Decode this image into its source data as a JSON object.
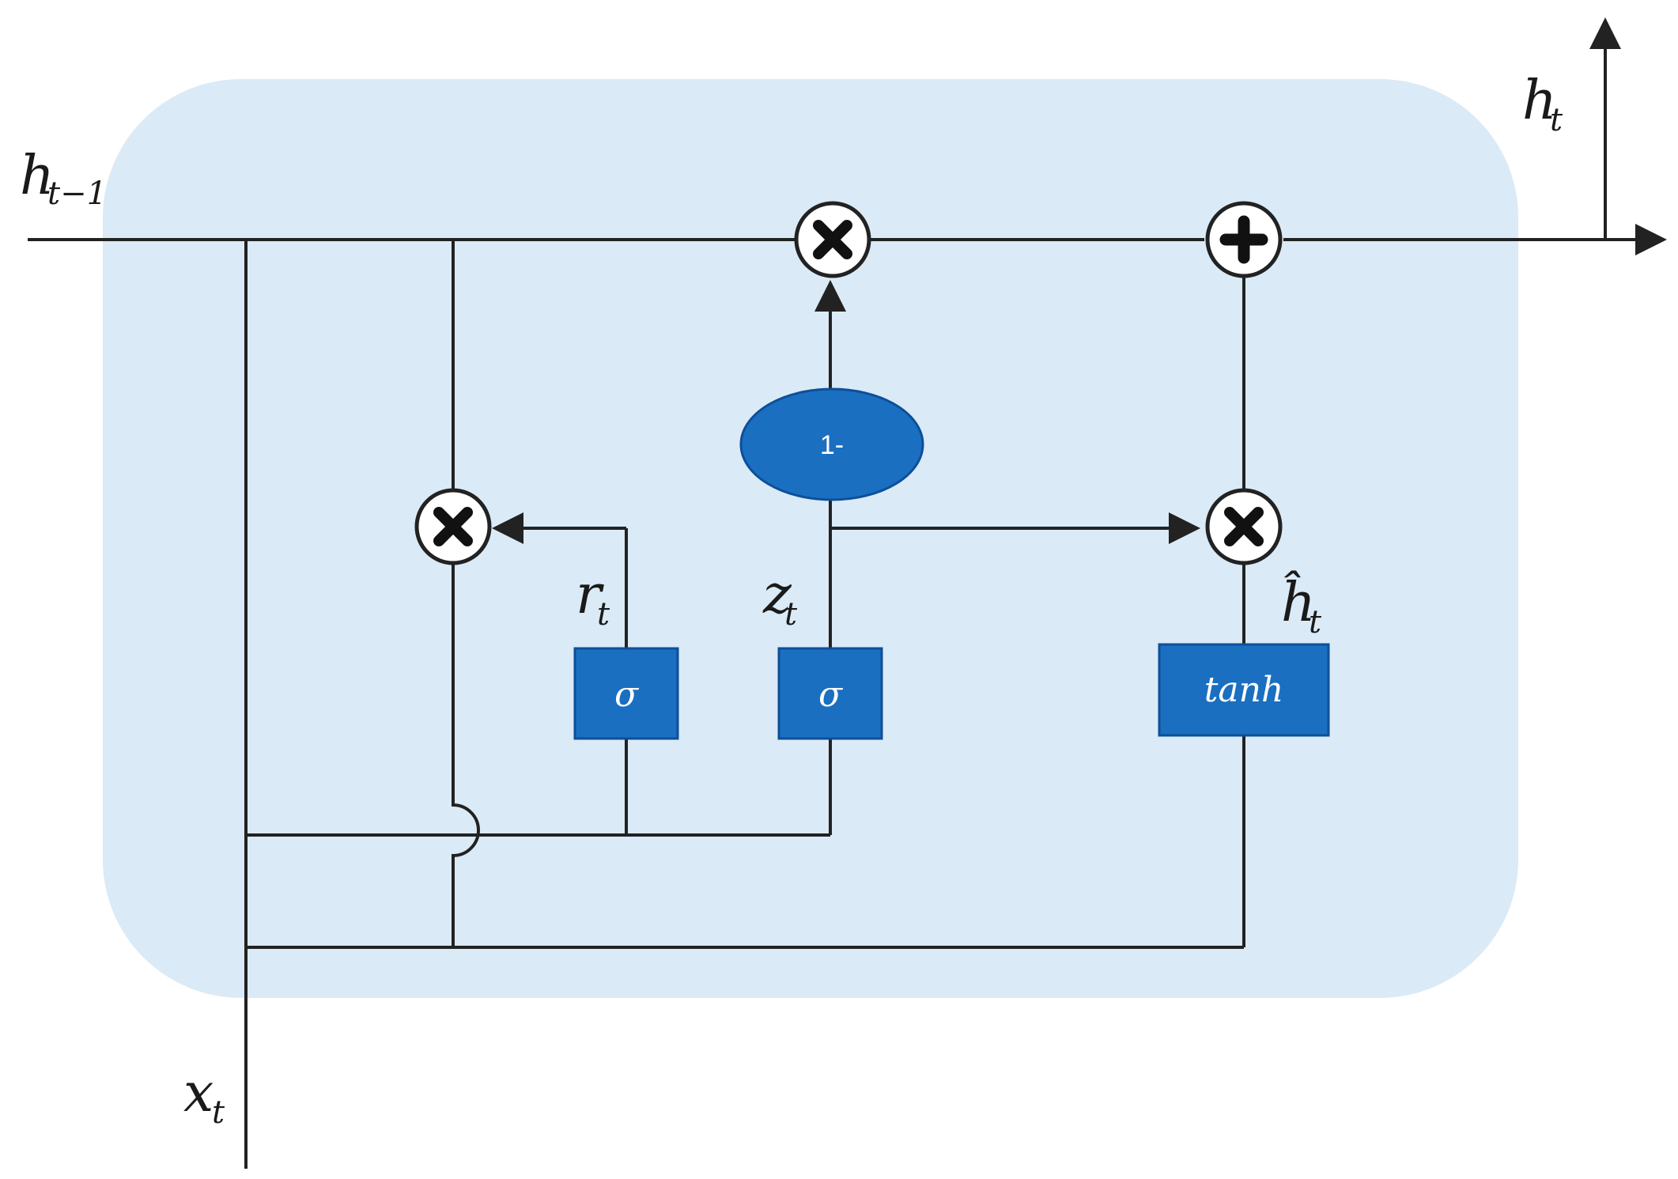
{
  "colors": {
    "cell_background": "#daeaf6",
    "gate_fill": "#1a6fc1",
    "gate_border": "#0d4f99",
    "line": "#222222"
  },
  "labels": {
    "h_prev_main": "h",
    "h_prev_sub": "t−1",
    "h_out_main": "h",
    "h_out_sub": "t",
    "x_main": "x",
    "x_sub": "t",
    "r_main": "r",
    "r_sub": "t",
    "z_main": "z",
    "z_sub": "t",
    "h_tilde_main": "ĥ",
    "h_tilde_sub": "t"
  },
  "gates": {
    "reset_gate": "σ",
    "update_gate": "σ",
    "candidate": "tanh",
    "one_minus": "1-"
  },
  "operators": {
    "multiply": "multiply-icon",
    "add": "plus-icon"
  }
}
